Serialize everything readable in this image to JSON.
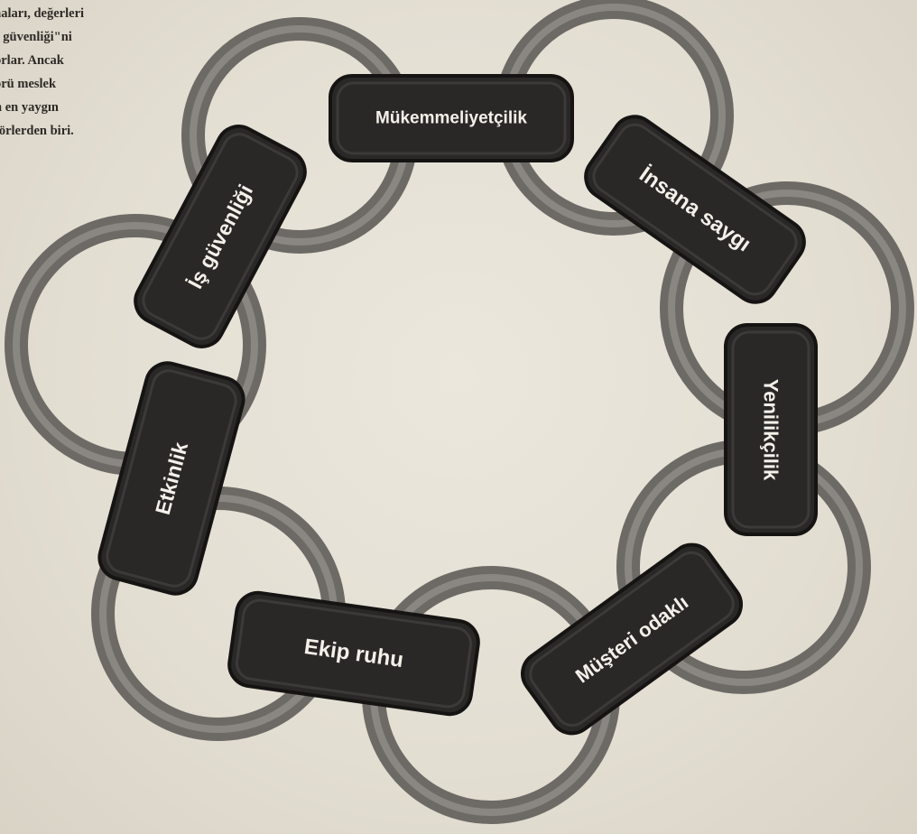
{
  "article": {
    "lines": [
      "aaları, değerleri",
      "ş güvenliği\"ni",
      "orlar. Ancak",
      "örü meslek",
      "n en yaygın",
      "törlerden biri."
    ]
  },
  "diagram": {
    "links": [
      {
        "label": "Mükemmeliyetçilik"
      },
      {
        "label": "İnsana saygı"
      },
      {
        "label": "Yenilikçilik"
      },
      {
        "label": "Müşteri odaklı"
      },
      {
        "label": "Ekip ruhu"
      },
      {
        "label": "Etkinlik"
      },
      {
        "label": "İş güvenliği"
      }
    ],
    "colors": {
      "ring": "#6d6a66",
      "tire": "#2a2827",
      "label": "#f4f1ea",
      "paper": "#e6e1d6"
    }
  }
}
